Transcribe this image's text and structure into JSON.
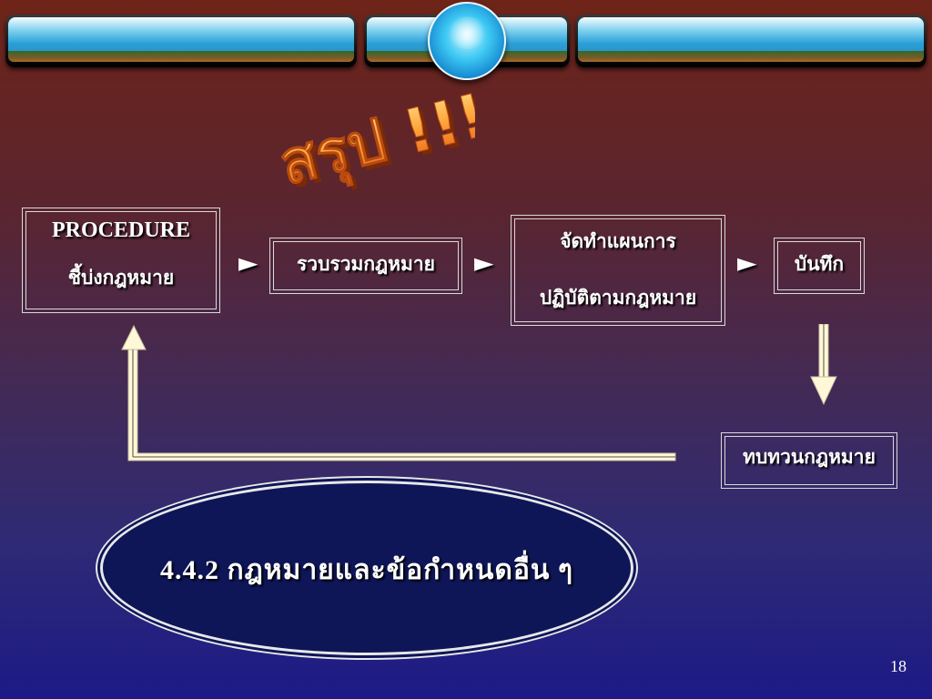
{
  "slide": {
    "title": "สรุป !!!",
    "page_number": "18"
  },
  "diagram": {
    "procedure": {
      "line1": "PROCEDURE",
      "line2": "ชี้บ่งกฎหมาย"
    },
    "collect": "รวบรวมกฎหมาย",
    "plan": {
      "line1": "จัดทำแผนการ",
      "line2": "ปฏิบัติตามกฎหมาย"
    },
    "record": "บันทึก",
    "review": "ทบทวนกฎหมาย",
    "arrow_glyph": "►"
  },
  "section": {
    "heading": "4.4.2 กฎหมายและข้อกำหนดอื่น ๆ"
  },
  "colors": {
    "text": "#ffffff",
    "title_orange": "#ff8a1a",
    "ellipse_fill": "#0e1658",
    "arrow_fill": "#fff8d8"
  }
}
